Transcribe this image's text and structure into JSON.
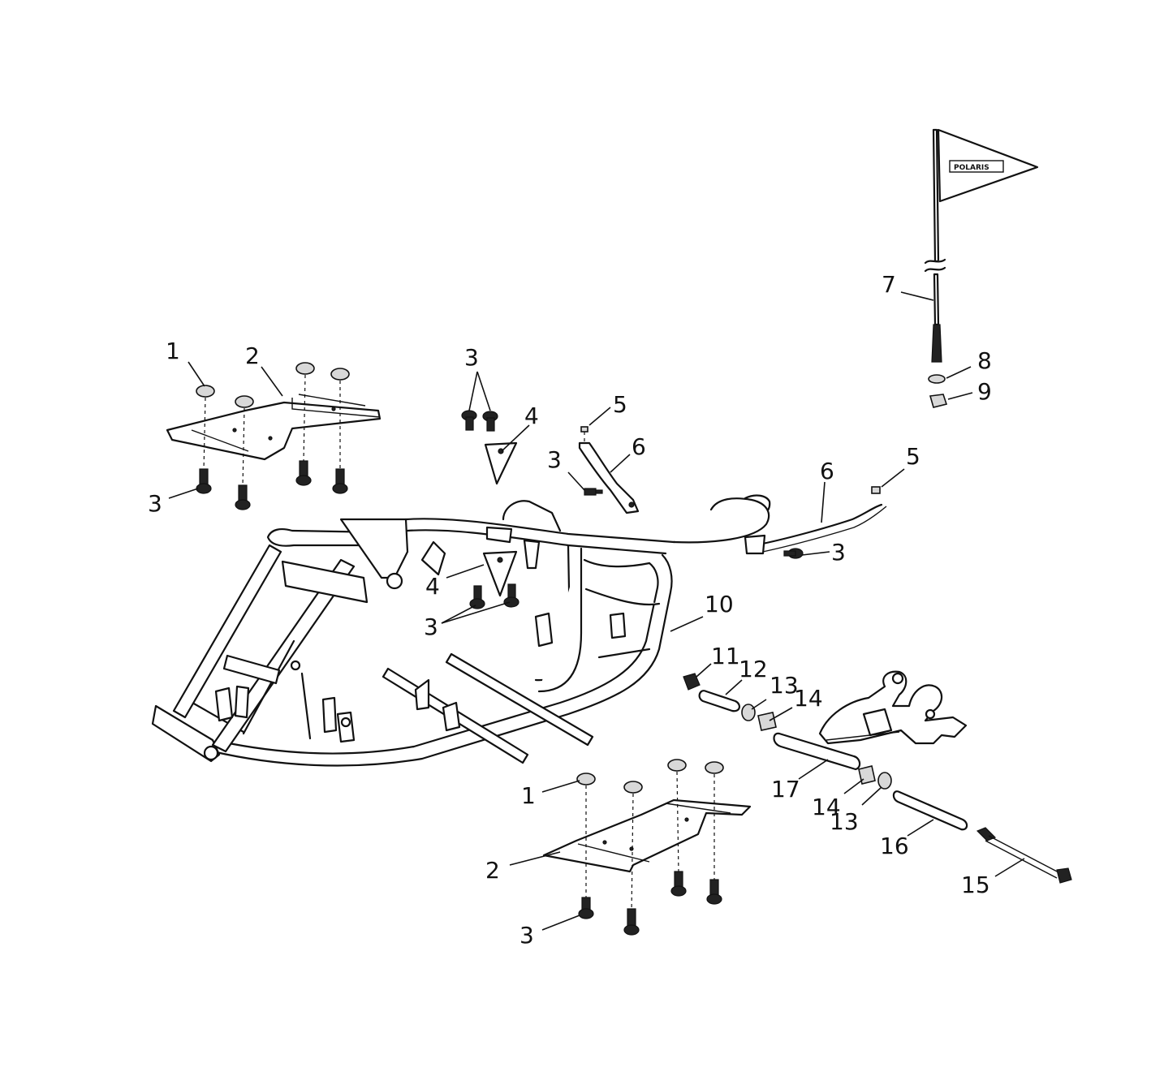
{
  "flag_text": "POLARIS",
  "callouts": [
    {
      "id": "c1a",
      "text": "1"
    },
    {
      "id": "c2a",
      "text": "2"
    },
    {
      "id": "c3a",
      "text": "3"
    },
    {
      "id": "c3b",
      "text": "3"
    },
    {
      "id": "c4a",
      "text": "4"
    },
    {
      "id": "c5a",
      "text": "5"
    },
    {
      "id": "c6a",
      "text": "6"
    },
    {
      "id": "c3c",
      "text": "3"
    },
    {
      "id": "c6b",
      "text": "6"
    },
    {
      "id": "c5b",
      "text": "5"
    },
    {
      "id": "c3d",
      "text": "3"
    },
    {
      "id": "c7",
      "text": "7"
    },
    {
      "id": "c8",
      "text": "8"
    },
    {
      "id": "c9",
      "text": "9"
    },
    {
      "id": "c4b",
      "text": "4"
    },
    {
      "id": "c3e",
      "text": "3"
    },
    {
      "id": "c10",
      "text": "10"
    },
    {
      "id": "c11",
      "text": "11"
    },
    {
      "id": "c12",
      "text": "12"
    },
    {
      "id": "c13a",
      "text": "13"
    },
    {
      "id": "c14a",
      "text": "14"
    },
    {
      "id": "c17",
      "text": "17"
    },
    {
      "id": "c14b",
      "text": "14"
    },
    {
      "id": "c13b",
      "text": "13"
    },
    {
      "id": "c16",
      "text": "16"
    },
    {
      "id": "c15",
      "text": "15"
    },
    {
      "id": "c1b",
      "text": "1"
    },
    {
      "id": "c2b",
      "text": "2"
    },
    {
      "id": "c3f",
      "text": "3"
    }
  ]
}
